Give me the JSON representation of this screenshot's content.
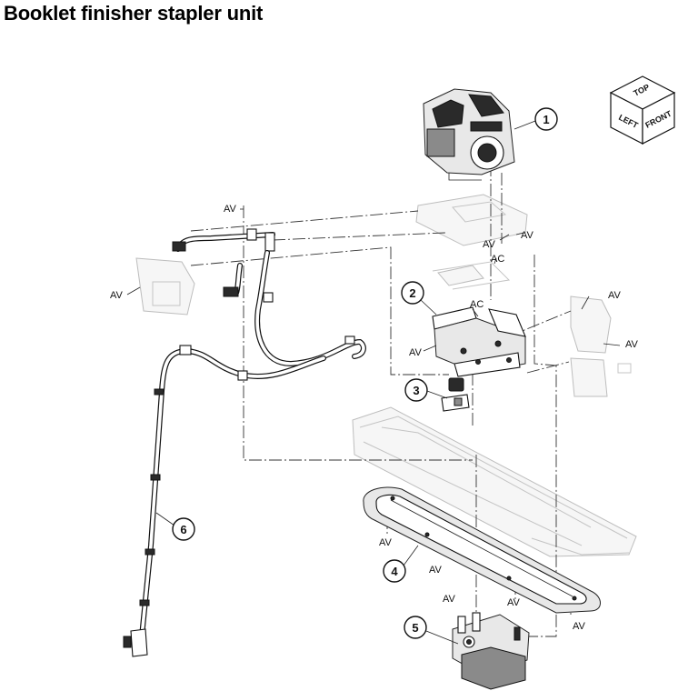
{
  "title": "Booklet finisher stapler unit",
  "callouts": {
    "c1": "1",
    "c2": "2",
    "c3": "3",
    "c4": "4",
    "c5": "5",
    "c6": "6"
  },
  "orientation_cube": {
    "top": "TOP",
    "left": "LEFT",
    "front": "FRONT"
  },
  "labels": {
    "av": "AV",
    "ac": "AC"
  }
}
